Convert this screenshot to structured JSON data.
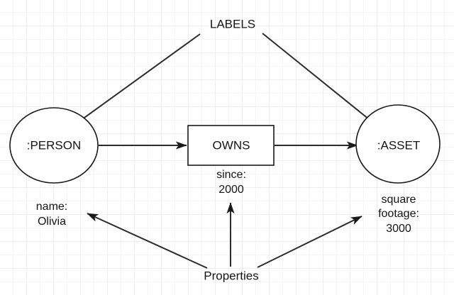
{
  "diagram": {
    "title_labels": "LABELS",
    "title_properties": "Properties",
    "nodes": [
      {
        "id": "person",
        "shape": "ellipse",
        "label": ":PERSON"
      },
      {
        "id": "owns",
        "shape": "rectangle",
        "label": "OWNS"
      },
      {
        "id": "asset",
        "shape": "ellipse",
        "label": ":ASSET"
      }
    ],
    "properties": [
      {
        "id": "person-props",
        "key": "name:",
        "value": "Olivia"
      },
      {
        "id": "owns-props",
        "key": "since:",
        "value": "2000"
      },
      {
        "id": "asset-props",
        "key_line1": "square",
        "key_line2": "footage:",
        "value": "3000"
      }
    ],
    "relationships": [
      {
        "from": ":PERSON",
        "to": "OWNS"
      },
      {
        "from": "OWNS",
        "to": ":ASSET"
      }
    ],
    "callouts": [
      {
        "from": "LABELS",
        "to": ":PERSON"
      },
      {
        "from": "LABELS",
        "to": ":ASSET"
      },
      {
        "from": "Properties",
        "to": "name: Olivia"
      },
      {
        "from": "Properties",
        "to": "since: 2000"
      },
      {
        "from": "Properties",
        "to": "square footage: 3000"
      }
    ],
    "colors": {
      "stroke": "#1a1a1a",
      "fill": "#ffffff",
      "grid": "#ededf1",
      "text": "#141414"
    }
  }
}
